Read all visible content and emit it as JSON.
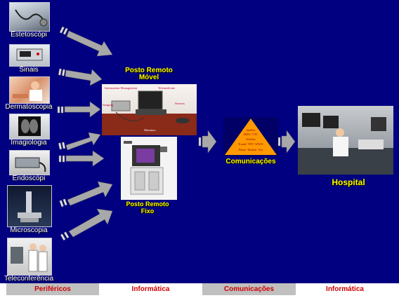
{
  "peripherals": [
    {
      "label": "Estetoscópi"
    },
    {
      "label": "Sinais"
    },
    {
      "label": "Dermatoscopia"
    },
    {
      "label": "Imagiologia"
    },
    {
      "label": "Endoscópi"
    },
    {
      "label": "Microscopia"
    },
    {
      "label": "Teleconferência"
    }
  ],
  "stations": {
    "mobile_line1": "Posto Remoto",
    "mobile_line2": "Móvel",
    "fixed_line1": "Posto Remoto",
    "fixed_line2": "Fixo",
    "mobile_tags": {
      "info_mgmt": "Information Management",
      "telemedicine": "Telemedicine",
      "sensors": "Sensors",
      "imaging": "Imaging",
      "monitors": "Monitors"
    }
  },
  "communications": {
    "label": "Comunicações",
    "items": [
      "Satellite",
      "ISDN / VTC",
      "Wireless",
      "E-mail / FTP / WWW",
      "Phone / Modem / Fax"
    ]
  },
  "hospital": {
    "label": "Hospital"
  },
  "bottom_bar": [
    {
      "label": "Periféricos",
      "bg": "#c0c0c0"
    },
    {
      "label": "Informática",
      "bg": "#ffffff"
    },
    {
      "label": "Comunicações",
      "bg": "#c0c0c0"
    },
    {
      "label": "Informática",
      "bg": "#ffffff"
    }
  ],
  "colors": {
    "background": "#000080",
    "label_yellow": "#ffff00",
    "bar_text": "#cc0000",
    "comm_triangle": "#ff9900"
  }
}
